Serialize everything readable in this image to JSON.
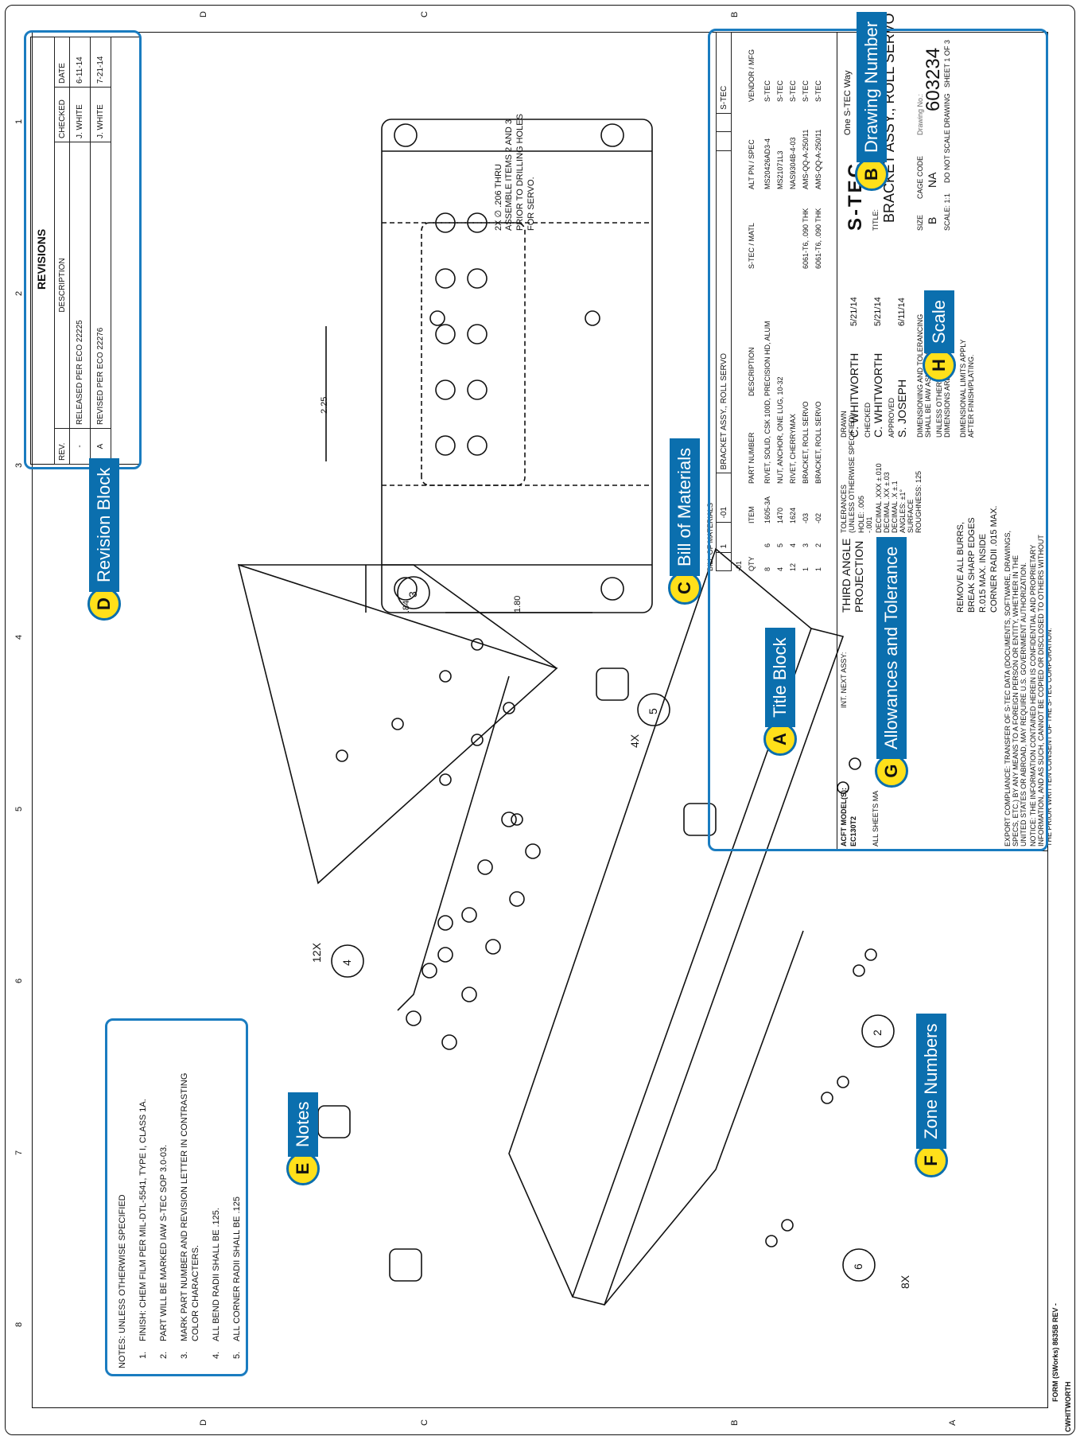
{
  "zones": {
    "horizontal_top": [
      "8",
      "7",
      "6",
      "5",
      "4",
      "3",
      "2",
      "1"
    ],
    "vertical": [
      "A",
      "B",
      "C",
      "D"
    ]
  },
  "form_label": "FORM (SWorks) 8635B REV -",
  "author_tag": "CWHITWORTH",
  "notes": {
    "heading": "NOTES: UNLESS OTHERWISE SPECIFIED",
    "items": [
      {
        "num": "1.",
        "text": "FINISH:  CHEM FILM PER MIL-DTL-5541, TYPE I, CLASS 1A."
      },
      {
        "num": "2.",
        "text": "PART WILL BE MARKED IAW S-TEC SOP 3.0-03."
      },
      {
        "num": "3.",
        "text": "MARK PART NUMBER AND REVISION LETTER IN CONTRASTING"
      },
      {
        "num": "",
        "text": "COLOR CHARACTERS."
      },
      {
        "num": "4.",
        "text": "ALL BEND RADII SHALL BE .125."
      },
      {
        "num": "5.",
        "text": "ALL CORNER RADII SHALL BE .125"
      }
    ]
  },
  "revisions": {
    "title": "REVISIONS",
    "headers": [
      "REV.",
      "DESCRIPTION",
      "CHECKED",
      "DATE"
    ],
    "rows": [
      [
        "-",
        "RELEASED PER ECO 22225",
        "J. WHITE",
        "6-11-14"
      ],
      [
        "A",
        "REVISED PER ECO 22276",
        "J. WHITE",
        "7-21-14"
      ]
    ]
  },
  "drawing_view": {
    "dim_225": "2.25",
    "dim_84": ".84",
    "dim_180": "1.80",
    "hole_note": [
      "2X ∅ .206 THRU",
      "ASSEMBLE ITEMS 2 AND 3",
      "PRIOR TO DRILLING HOLES",
      "FOR SERVO."
    ]
  },
  "balloons": {
    "b1": "3",
    "b2": "5",
    "b3": "4",
    "b4": "2",
    "b5": "6",
    "q4x": "4X",
    "q12x": "12X",
    "q8x": "8X"
  },
  "bom": {
    "title": "BILL OF MATERIALS",
    "headers": [
      "QTY",
      "",
      "ITEM",
      "PART NUMBER",
      "DESCRIPTION",
      "S-TEC / MATL",
      "ALT PN / SPEC",
      "VENDOR / MFG"
    ],
    "dash": "-01",
    "rows": [
      [
        "8",
        "6",
        "1605-3A",
        "RIVET, SOLID, CSK 100D, PRECISION HD, ALUM",
        "",
        "MS20426AD3-4",
        "S-TEC"
      ],
      [
        "4",
        "5",
        "1470",
        "NUT, ANCHOR, ONE LUG, 10-32",
        "",
        "MS21071L3",
        "S-TEC"
      ],
      [
        "12",
        "4",
        "1624",
        "RIVET, CHERRYMAX",
        "",
        "NAS9304B-4-03",
        "S-TEC"
      ],
      [
        "1",
        "3",
        "-03",
        "BRACKET, ROLL SERVO",
        "6061-T6, .090 THK",
        "AMS-QQ-A-250/11",
        "S-TEC"
      ],
      [
        "1",
        "2",
        "-02",
        "BRACKET, ROLL SERVO",
        "6061-T6, .090 THK",
        "AMS-QQ-A-250/11",
        "S-TEC"
      ],
      [
        "",
        "1",
        "-01",
        "BRACKET ASSY., ROLL SERVO",
        "",
        "",
        "S-TEC"
      ]
    ]
  },
  "title_block": {
    "acft_label": "ACFT MODEL(S):",
    "acft_value": "EC130T2",
    "next_assy": "INT. NEXT ASSY:",
    "all_sheets": "ALL SHEETS MA",
    "projection": [
      "THIRD ANGLE",
      "PROJECTION"
    ],
    "tolerances": [
      "TOLERANCES",
      "(UNLESS OTHERWISE SPECIFIED)",
      "HOLE:  .005",
      "-.001",
      "DECIMAL  .XXX ±.010",
      "DECIMAL  .XX  ±.03",
      "DECIMAL  .X   ±.1",
      "ANGLES:  ±1°",
      "SURFACE",
      "ROUGHNESS:  125"
    ],
    "drawn_label": "DRAWN",
    "drawn_name": "C. WHITWORTH",
    "drawn_date": "5/21/14",
    "checked_label": "CHECKED",
    "checked_name": "C. WHITWORTH",
    "checked_date": "5/21/14",
    "approved_label": "APPROVED",
    "approved_name": "S. JOSEPH",
    "approved_date": "6/11/14",
    "dim_note": [
      "DIMENSIONING AND TOLERANCING",
      "SHALL BE IAW ASME Y14.5M-1994."
    ],
    "unless_note": [
      "UNLESS OTHERWISE SPECIFIED",
      "DIMENSIONS ARE IN INCHES,",
      "",
      "DIMENSIONAL LIMITS APPLY",
      "AFTER FINISH/PLATING."
    ],
    "burr_note": [
      "REMOVE ALL BURRS,",
      "BREAK SHARP EDGES",
      "R.015 MAX. INSIDE",
      "CORNER RADII .015 MAX."
    ],
    "company_logo": "S-TEC",
    "company_address": "One S-TEC Way",
    "title_label": "TITLE:",
    "title": "BRACKET ASSY., ROLL SERVO",
    "size_label": "SIZE",
    "size": "B",
    "cage_label": "CAGE CODE",
    "cage": "NA",
    "drawing_no_label": "Drawing No.:",
    "drawing_no": "603234",
    "scale": "SCALE: 1:1",
    "do_not_scale": "DO NOT SCALE DRAWING",
    "sheet": "SHEET  1 OF 3",
    "export_note": [
      "EXPORT COMPLIANCE: TRANSFER OF S-TEC DATA (DOCUMENTS, SOFTWARE, DRAWINGS,",
      "SPECS, ETC.) BY ANY MEANS TO A FOREIGN PERSON OR ENTITY, WHETHER IN THE",
      "UNITED STATES OR ABROAD, MAY REQUIRE U.S. GOVERNMENT AUTHORIZATION."
    ],
    "notice_note": [
      "NOTICE:  THE INFORMATION CONTAINED HEREIN IS CONFIDENTIAL AND PROPRIETARY",
      "INFORMATION, AND AS SUCH, CANNOT BE COPIED OR DISCLOSED TO OTHERS WITHOUT",
      "THE PRIOR WRITTEN CONSENT OF THE S-TEC CORPORATION."
    ]
  },
  "callouts": {
    "a": {
      "letter": "A",
      "label": "Title Block"
    },
    "b": {
      "letter": "B",
      "label": "Drawing Number"
    },
    "c": {
      "letter": "C",
      "label": "Bill of Materials"
    },
    "d": {
      "letter": "D",
      "label": "Revision Block"
    },
    "e": {
      "letter": "E",
      "label": "Notes"
    },
    "f": {
      "letter": "F",
      "label": "Zone Numbers"
    },
    "g": {
      "letter": "G",
      "label": "Allowances and Tolerance"
    },
    "h": {
      "letter": "H",
      "label": "Scale"
    }
  },
  "colors": {
    "callout_blue": "#0b6fae",
    "badge_yellow": "#ffe01a"
  }
}
